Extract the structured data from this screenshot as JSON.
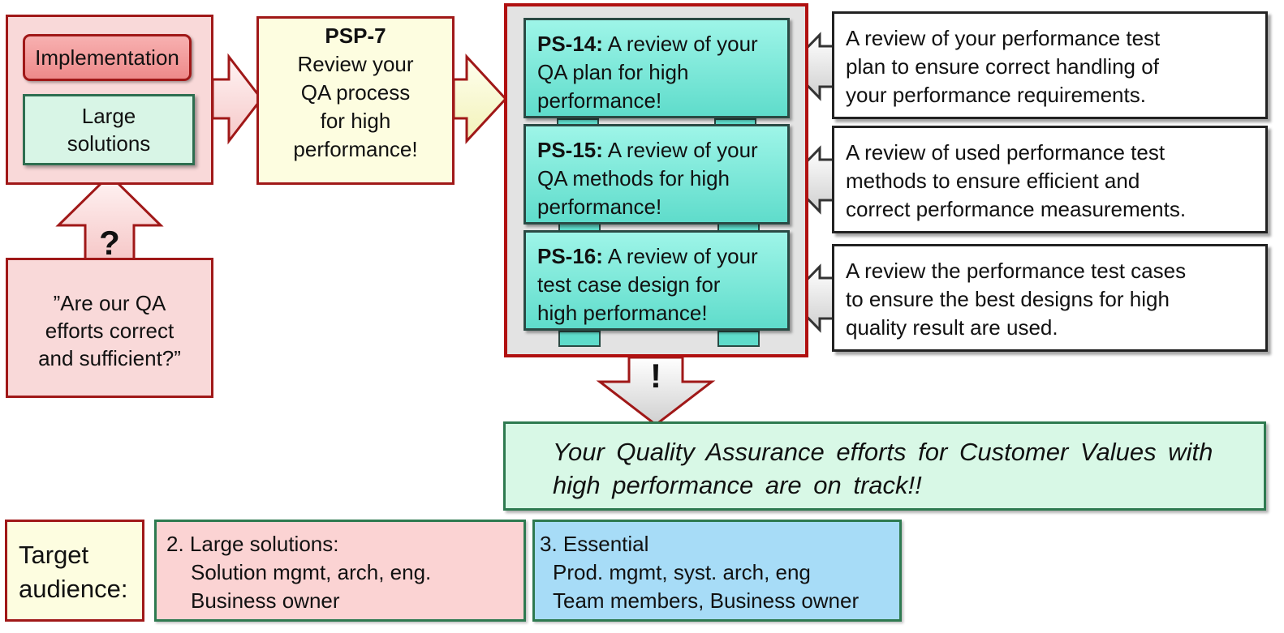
{
  "input_box": {
    "implementation": "Implementation",
    "large_solutions": [
      "Large",
      "solutions"
    ]
  },
  "question": {
    "mark": "?",
    "lines": [
      "”Are our QA",
      "efforts correct",
      "and sufficient?”"
    ]
  },
  "psp": {
    "title": "PSP-7",
    "lines": [
      "Review your",
      "QA process",
      "for high",
      "performance!"
    ]
  },
  "ps_items": [
    {
      "id": "PS-14:",
      "lines": [
        "A review of your",
        "QA plan for high",
        "performance!"
      ]
    },
    {
      "id": "PS-15:",
      "lines": [
        "A review of your",
        "QA methods for high",
        "performance!"
      ]
    },
    {
      "id": "PS-16:",
      "lines": [
        "A review of your",
        "test case design for",
        "high performance!"
      ]
    }
  ],
  "descriptions": [
    {
      "lines": [
        "A review of your performance test",
        "plan to ensure correct handling of",
        "your performance requirements."
      ]
    },
    {
      "lines": [
        "A review of used performance test",
        "methods to ensure efficient and",
        "correct performance measurements."
      ]
    },
    {
      "lines": [
        "A review the performance test cases",
        "to ensure the best designs for high",
        "quality result are used."
      ]
    }
  ],
  "exclamation": "!",
  "result": {
    "lines": [
      "Your Quality Assurance efforts for Customer Values with",
      "high performance are on track!!"
    ]
  },
  "target": {
    "label_lines": [
      "Target",
      "audience:"
    ],
    "large": {
      "heading": "2. Large solutions:",
      "lines": [
        "Solution mgmt, arch, eng.",
        "Business owner"
      ]
    },
    "essential": {
      "heading": "3. Essential",
      "lines": [
        "Prod. mgmt, syst. arch, eng",
        "Team members, Business owner"
      ]
    }
  },
  "colors": {
    "red_border": "#a01818",
    "pink_fill": "#f9d9d9",
    "yellow_fill": "#fdfde0",
    "teal_fill": "#5fdccb",
    "green_fill": "#d8f8e6",
    "blue_fill": "#a7dcf7"
  }
}
